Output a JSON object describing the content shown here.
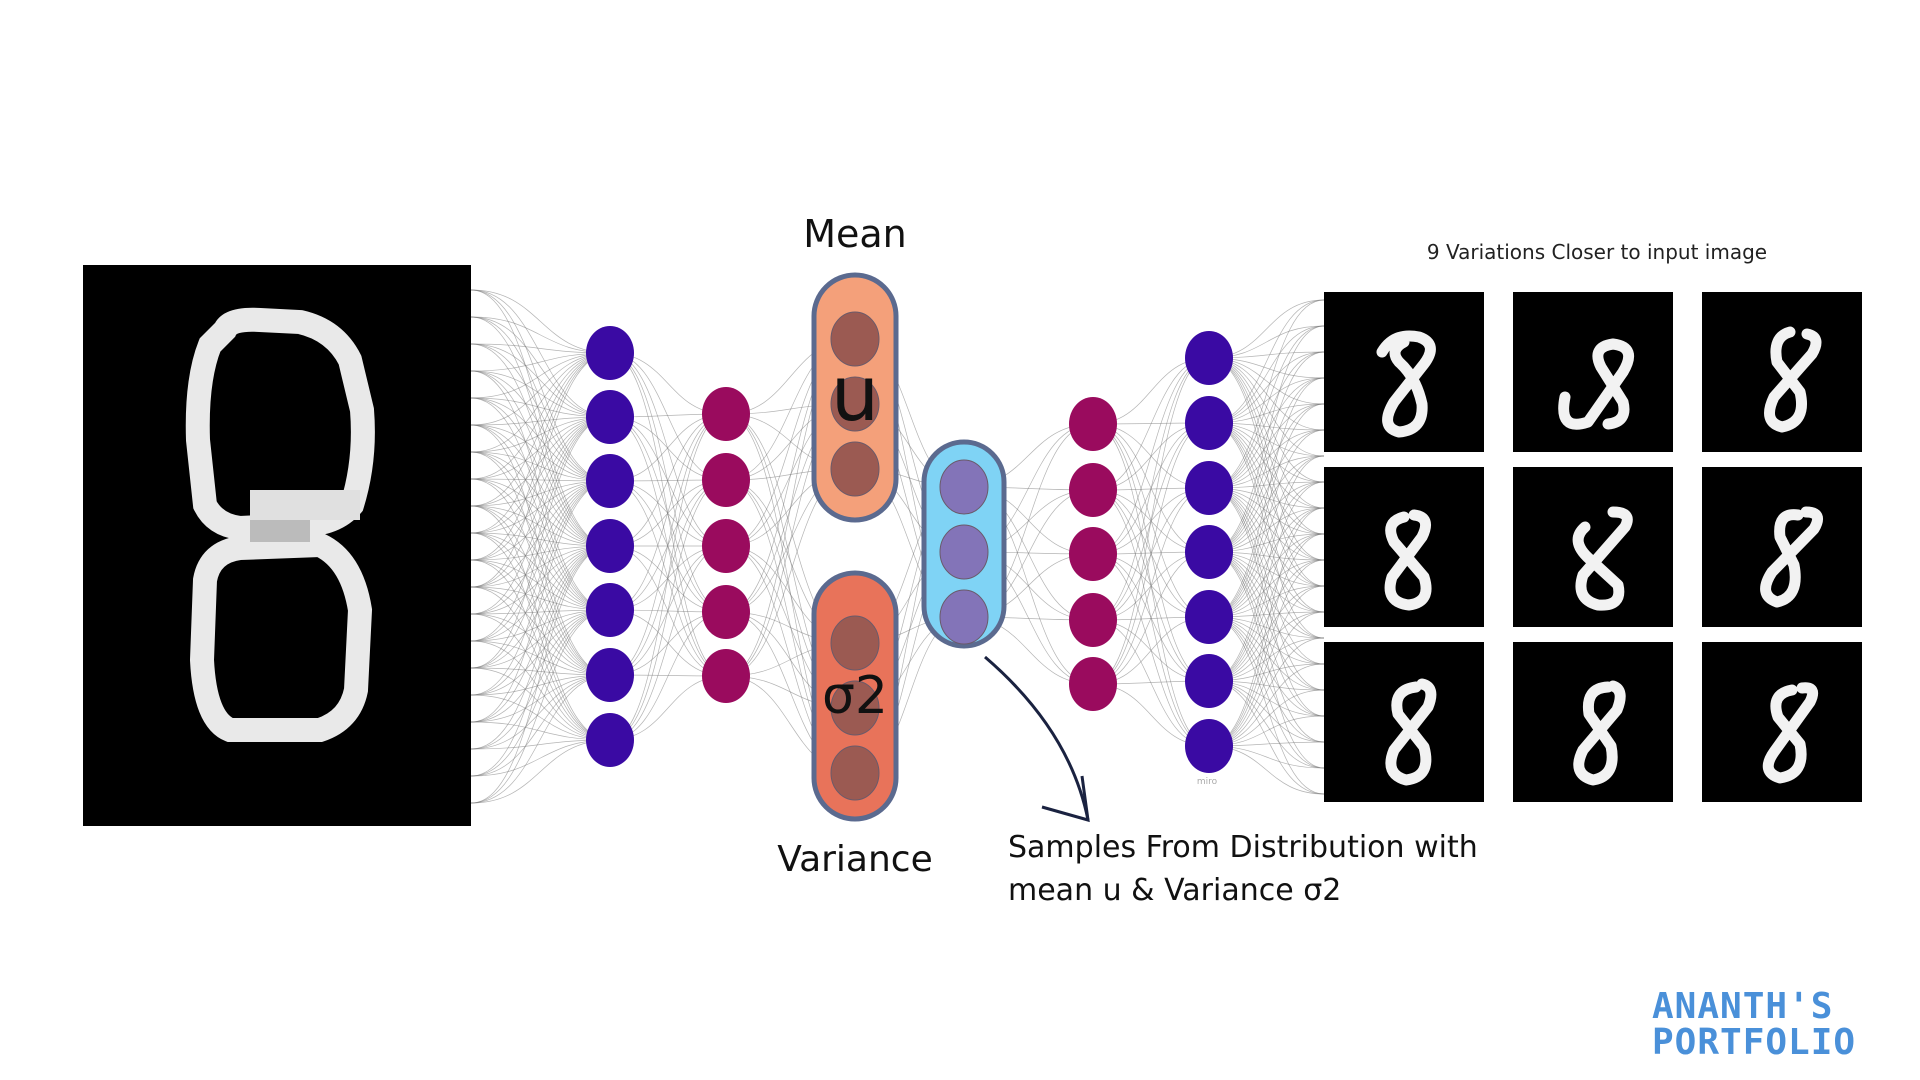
{
  "labels": {
    "mean": "Mean",
    "mu": "u",
    "sigma": "σ2",
    "variance": "Variance",
    "variations_title": "9 Variations Closer to input image",
    "samples_line1": "Samples From Distribution with",
    "samples_line2": "mean u & Variance σ2",
    "watermark": "miro"
  },
  "logo": {
    "line1": "ANANTH'S",
    "line2": "PORTFOLIO"
  },
  "colors": {
    "encoder_outer": "#3a0aa3",
    "encoder_inner": "#9a0b5e",
    "mean_box": "#f4a07a",
    "variance_box": "#e8735a",
    "box_node": "#9b5a52",
    "latent_box": "#7fd3f5",
    "latent_node": "#8374b8",
    "logo": "#4a90d9"
  }
}
